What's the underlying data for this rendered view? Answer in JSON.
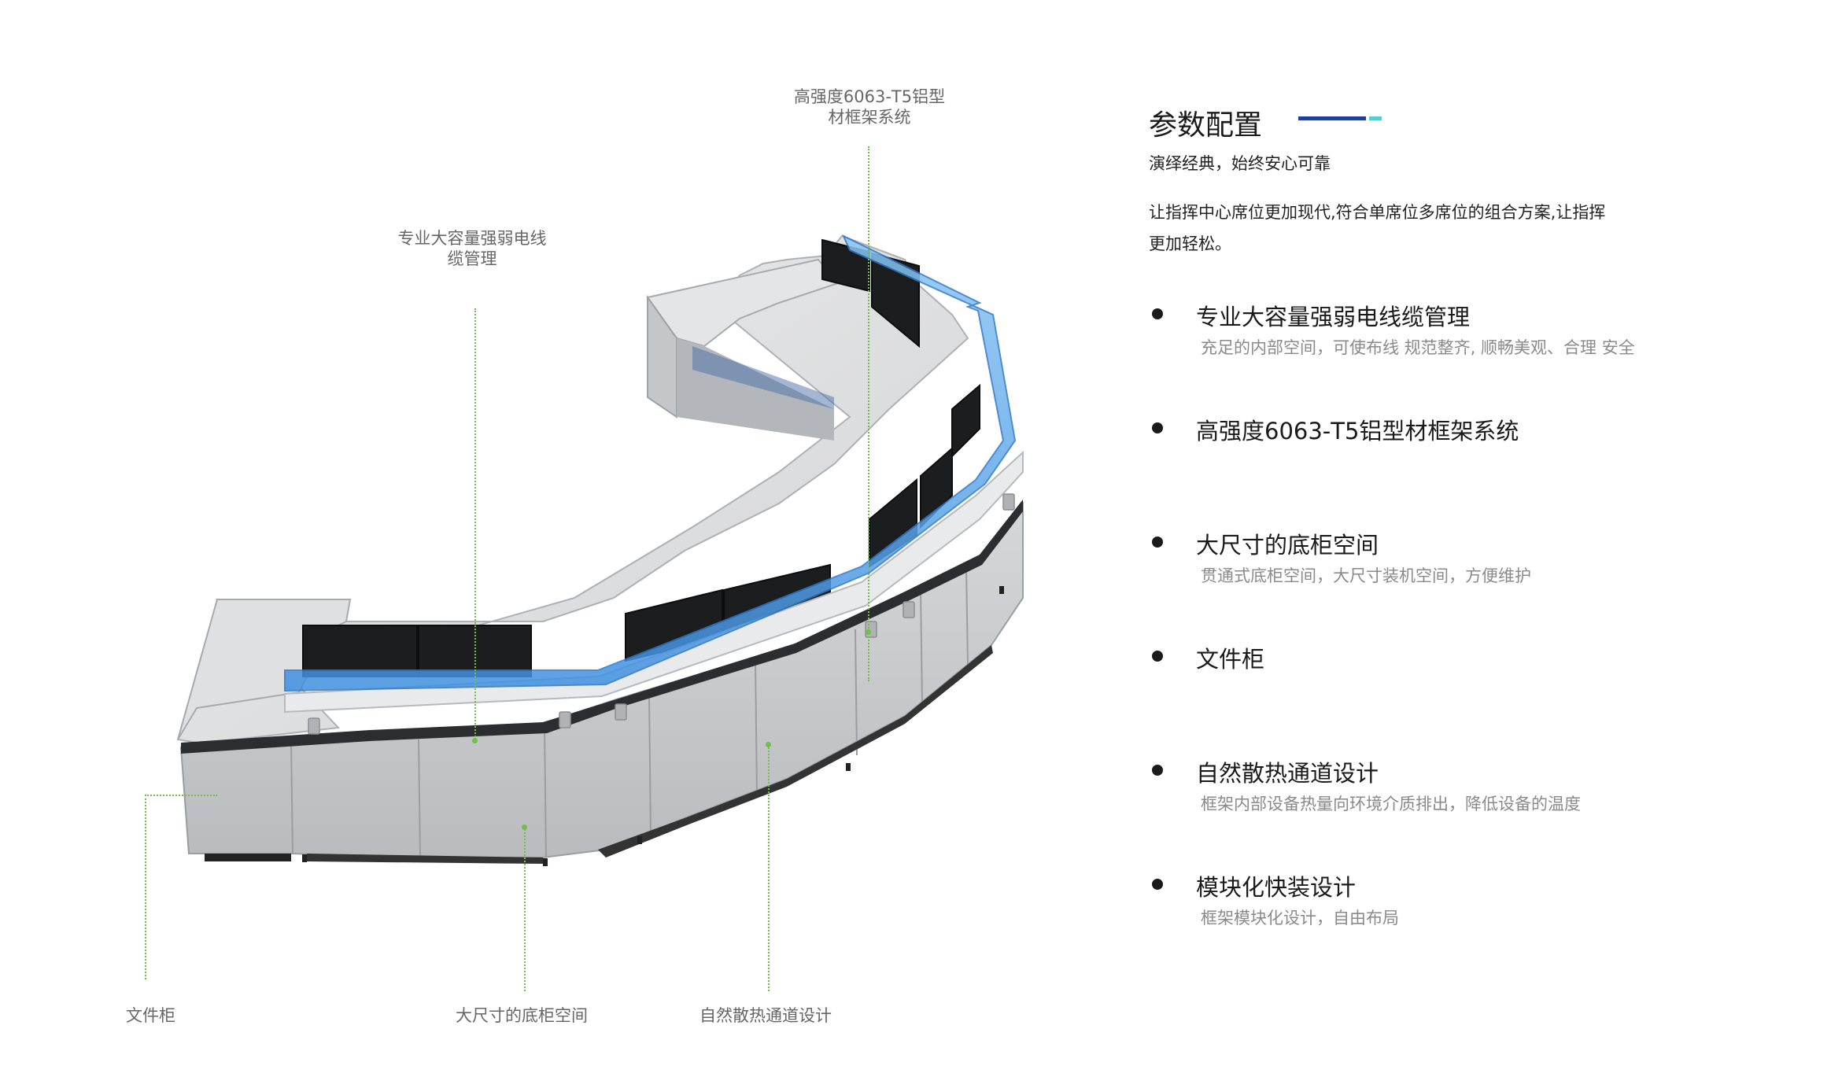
{
  "callouts": {
    "frame_system": [
      "高强度6063-T5铝型",
      "材框架系统"
    ],
    "cable_management": [
      "专业大容量强弱电线",
      "缆管理"
    ],
    "file_cabinet": "文件柜",
    "large_cabinet": "大尺寸的底柜空间",
    "heat_channel": "自然散热通道设计"
  },
  "panel": {
    "title": "参数配置",
    "subtitle": "演绎经典，始终安心可靠",
    "description": "让指挥中心席位更加现代,符合单席位多席位的组合方案,让指挥更加轻松。",
    "features": [
      {
        "title": "专业大容量强弱电线缆管理",
        "desc": "充足的内部空间，可使布线 规范整齐, 顺畅美观、合理 安全"
      },
      {
        "title": "高强度6063-T5铝型材框架系统",
        "desc": ""
      },
      {
        "title": "大尺寸的底柜空间",
        "desc": "贯通式底柜空间，大尺寸装机空间，方便维护"
      },
      {
        "title": "文件柜",
        "desc": ""
      },
      {
        "title": "自然散热通道设计",
        "desc": "框架内部设备热量向环境介质排出，降低设备的温度"
      },
      {
        "title": "模块化快装设计",
        "desc": "框架模块化设计，自由布局"
      }
    ]
  },
  "colors": {
    "accent_dark_blue": "#1e3f9a",
    "accent_cyan": "#4fd0d4",
    "leader_green": "#6fc04a",
    "console_blue_strip": "#5aa7e8",
    "console_gray": "#c9cbce"
  }
}
